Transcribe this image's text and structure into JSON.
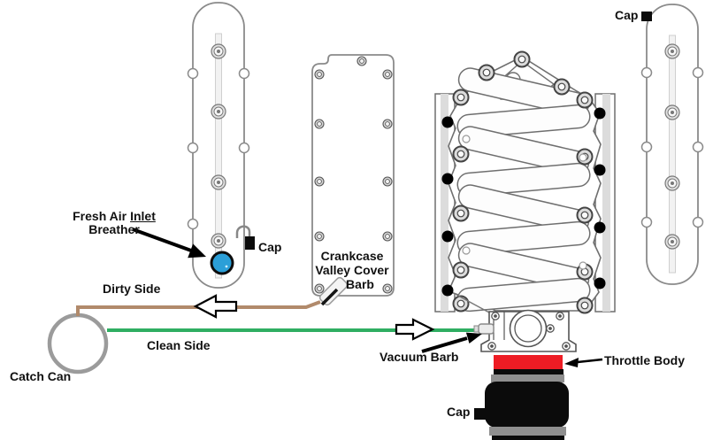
{
  "labels": {
    "fresh_air_1a": "Fresh Air",
    "fresh_air_1b": "Inlet",
    "fresh_air_2": "Breather",
    "cap_valve_left": "Cap",
    "cap_valve_right": "Cap",
    "cap_intake": "Cap",
    "dirty_side": "Dirty Side",
    "clean_side": "Clean Side",
    "catch_can": "Catch Can",
    "valley_1": "Crankcase",
    "valley_2": "Valley Cover",
    "valley_3": "Barb",
    "vacuum_barb": "Vacuum Barb",
    "throttle_body": "Throttle Body"
  },
  "colors": {
    "breather_port_blue": "#2b9fd8",
    "dirty_hose_brown": "#b18a6b",
    "clean_hose_green": "#2fae62",
    "throttle_body_red": "#ee1c24",
    "coupler_gray": "#8f8f8f",
    "coupler_black": "#0b0b0b",
    "line_art_gray": "#8a8a8a"
  }
}
